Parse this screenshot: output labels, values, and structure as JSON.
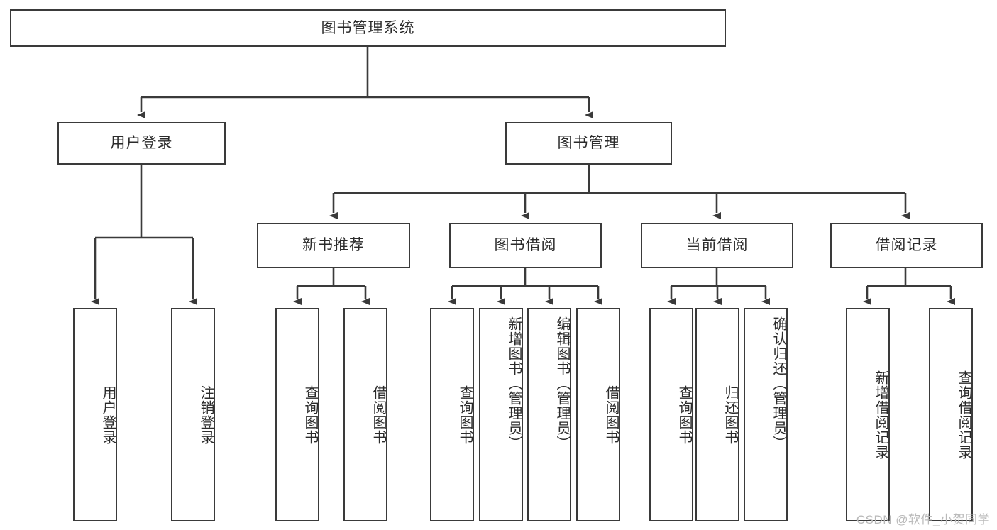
{
  "diagram": {
    "type": "tree",
    "title": "图书管理系统",
    "watermark": "CSDN @软件_小贺同学",
    "colors": {
      "stroke": "#3a3a3a",
      "text": "#2b2b2b",
      "background": "#ffffff",
      "watermark": "#b9b9b9"
    },
    "root": {
      "label": "图书管理系统"
    },
    "level1": [
      {
        "id": "user-login",
        "label": "用户登录"
      },
      {
        "id": "book-manage",
        "label": "图书管理"
      }
    ],
    "level2": [
      {
        "id": "new-book-rec",
        "label": "新书推荐"
      },
      {
        "id": "book-borrow",
        "label": "图书借阅"
      },
      {
        "id": "current-borrow",
        "label": "当前借阅"
      },
      {
        "id": "borrow-record",
        "label": "借阅记录"
      }
    ],
    "leaves": {
      "user_login": [
        {
          "id": "leaf-user-login",
          "label": "用户登录"
        },
        {
          "id": "leaf-user-logout",
          "label": "注销登录"
        }
      ],
      "new_book_rec": [
        {
          "id": "leaf-query-book-1",
          "label": "查询图书"
        },
        {
          "id": "leaf-borrow-book-1",
          "label": "借阅图书"
        }
      ],
      "book_borrow": [
        {
          "id": "leaf-query-book-2",
          "label": "查询图书"
        },
        {
          "id": "leaf-add-book",
          "label": "新增图书（管理员）"
        },
        {
          "id": "leaf-edit-book",
          "label": "编辑图书（管理员）"
        },
        {
          "id": "leaf-borrow-book-2",
          "label": "借阅图书"
        }
      ],
      "current_borrow": [
        {
          "id": "leaf-query-book-3",
          "label": "查询图书"
        },
        {
          "id": "leaf-return-book",
          "label": "归还图书"
        },
        {
          "id": "leaf-confirm-return",
          "label": "确认归还（管理员）"
        }
      ],
      "borrow_record": [
        {
          "id": "leaf-add-record",
          "label": "新增借阅记录"
        },
        {
          "id": "leaf-query-record",
          "label": "查询借阅记录"
        }
      ]
    }
  }
}
